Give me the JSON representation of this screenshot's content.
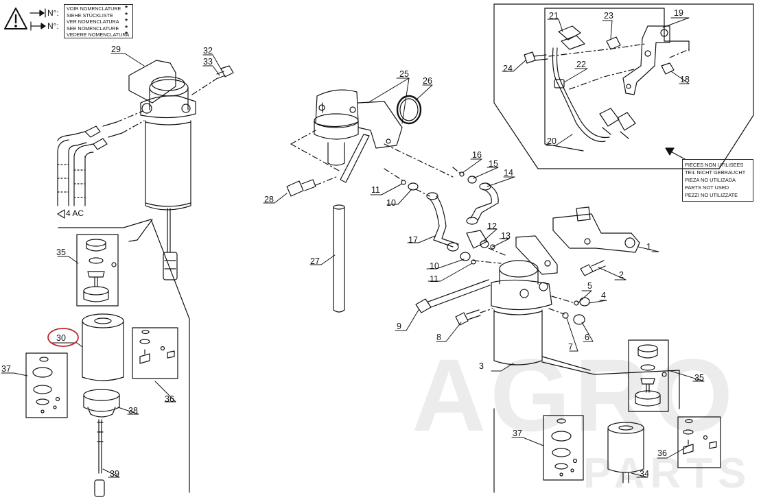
{
  "legend": {
    "items": [
      "VOIR NOMENCLATURE",
      "SIEHE STÜCKLISTE",
      "VER NOMENCLATURA",
      "SEE NOMENCLATURE",
      "VEDERE NOMENCLATURA"
    ],
    "star": "*",
    "n_label_1": "N°:",
    "n_label_2": "N°:"
  },
  "not_used": {
    "lines": [
      "PIECES NON UTILISEES",
      "TEIL NICHT GEBRAUCHT",
      "PIEZA NO  UTILIZADA",
      "PARTS NOT USED",
      "PEZZI NO UTILIZZATE"
    ]
  },
  "ac_label": "4 AC",
  "watermark": {
    "brand": "AGRO",
    "sub": "PARTS"
  },
  "colors": {
    "line": "#111111",
    "highlight": "#c0262d",
    "watermark": "#ececec"
  },
  "callouts": [
    {
      "id": "c1",
      "text": "1"
    },
    {
      "id": "c2",
      "text": "2"
    },
    {
      "id": "c3",
      "text": "3"
    },
    {
      "id": "c4",
      "text": "4"
    },
    {
      "id": "c5",
      "text": "5"
    },
    {
      "id": "c6",
      "text": "6"
    },
    {
      "id": "c7",
      "text": "7"
    },
    {
      "id": "c8",
      "text": "8"
    },
    {
      "id": "c9",
      "text": "9"
    },
    {
      "id": "c10a",
      "text": "10"
    },
    {
      "id": "c10b",
      "text": "10"
    },
    {
      "id": "c11a",
      "text": "11"
    },
    {
      "id": "c11b",
      "text": "11"
    },
    {
      "id": "c12",
      "text": "12"
    },
    {
      "id": "c13",
      "text": "13"
    },
    {
      "id": "c14",
      "text": "14"
    },
    {
      "id": "c15",
      "text": "15"
    },
    {
      "id": "c16",
      "text": "16"
    },
    {
      "id": "c17",
      "text": "17"
    },
    {
      "id": "c18",
      "text": "18"
    },
    {
      "id": "c19",
      "text": "19"
    },
    {
      "id": "c20",
      "text": "20"
    },
    {
      "id": "c21",
      "text": "21"
    },
    {
      "id": "c22",
      "text": "22"
    },
    {
      "id": "c23",
      "text": "23"
    },
    {
      "id": "c24",
      "text": "24"
    },
    {
      "id": "c25",
      "text": "25"
    },
    {
      "id": "c26",
      "text": "26"
    },
    {
      "id": "c27",
      "text": "27"
    },
    {
      "id": "c28",
      "text": "28"
    },
    {
      "id": "c29",
      "text": "29"
    },
    {
      "id": "c30",
      "text": "30"
    },
    {
      "id": "c32",
      "text": "32"
    },
    {
      "id": "c33",
      "text": "33"
    },
    {
      "id": "c34",
      "text": "34"
    },
    {
      "id": "c35a",
      "text": "35"
    },
    {
      "id": "c35b",
      "text": "35"
    },
    {
      "id": "c36a",
      "text": "36"
    },
    {
      "id": "c36b",
      "text": "36"
    },
    {
      "id": "c37a",
      "text": "37"
    },
    {
      "id": "c37b",
      "text": "37"
    },
    {
      "id": "c38",
      "text": "38"
    },
    {
      "id": "c39",
      "text": "39"
    }
  ]
}
